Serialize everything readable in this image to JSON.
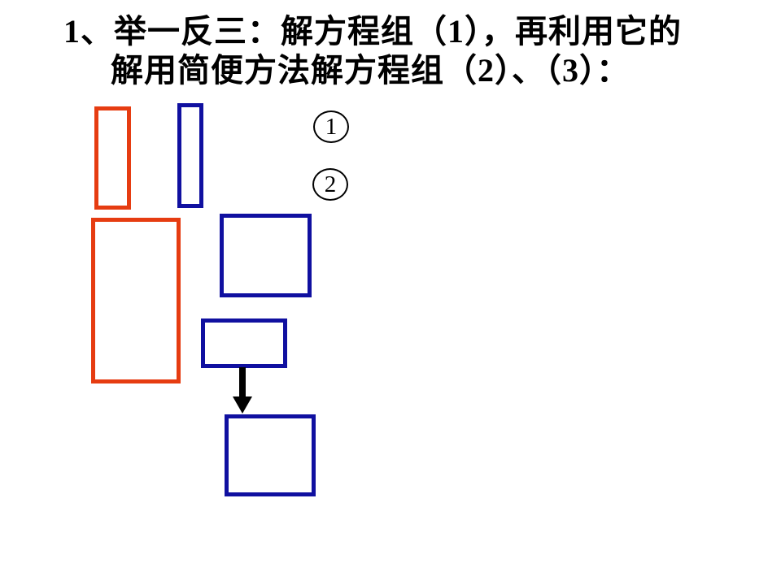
{
  "slide": {
    "title": {
      "line1": "1、举一反三：解方程组（1），再利用它的",
      "line2": "解用简便方法解方程组（2）、（3）："
    },
    "circles": [
      {
        "label": "1"
      },
      {
        "label": "2"
      }
    ],
    "colors": {
      "background": "#ffffff",
      "black": "#000000",
      "red": "#e63c11",
      "blue": "#1010a0"
    }
  }
}
